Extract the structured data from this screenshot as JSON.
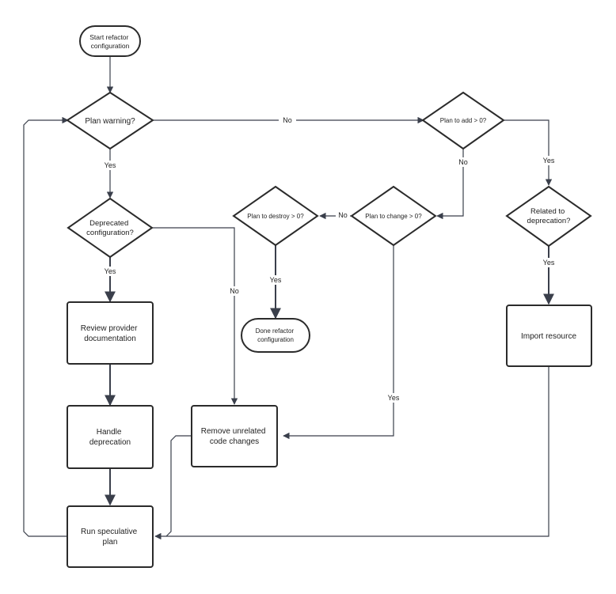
{
  "diagram": {
    "nodes": {
      "start": [
        "Start refactor",
        "configuration"
      ],
      "plan_warning": [
        "Plan warning?"
      ],
      "plan_add": [
        "Plan to add > 0?"
      ],
      "deprecated": [
        "Deprecated",
        "configuration?"
      ],
      "plan_destroy": [
        "Plan to destroy > 0?"
      ],
      "plan_change": [
        "Plan to change > 0?"
      ],
      "related": [
        "Related to",
        "deprecation?"
      ],
      "review": [
        "Review provider",
        "documentation"
      ],
      "done": [
        "Done refactor",
        "configuration"
      ],
      "import": [
        "Import resource"
      ],
      "handle": [
        "Handle",
        "deprecation"
      ],
      "remove": [
        "Remove unrelated",
        "code changes"
      ],
      "run": [
        "Run speculative",
        "plan"
      ]
    },
    "edge_labels": {
      "warning_no": "No",
      "warning_yes": "Yes",
      "add_no": "No",
      "add_yes": "Yes",
      "change_no": "No",
      "change_yes": "Yes",
      "destroy_yes": "Yes",
      "deprecated_yes": "Yes",
      "deprecated_no": "No",
      "related_yes": "Yes"
    }
  }
}
